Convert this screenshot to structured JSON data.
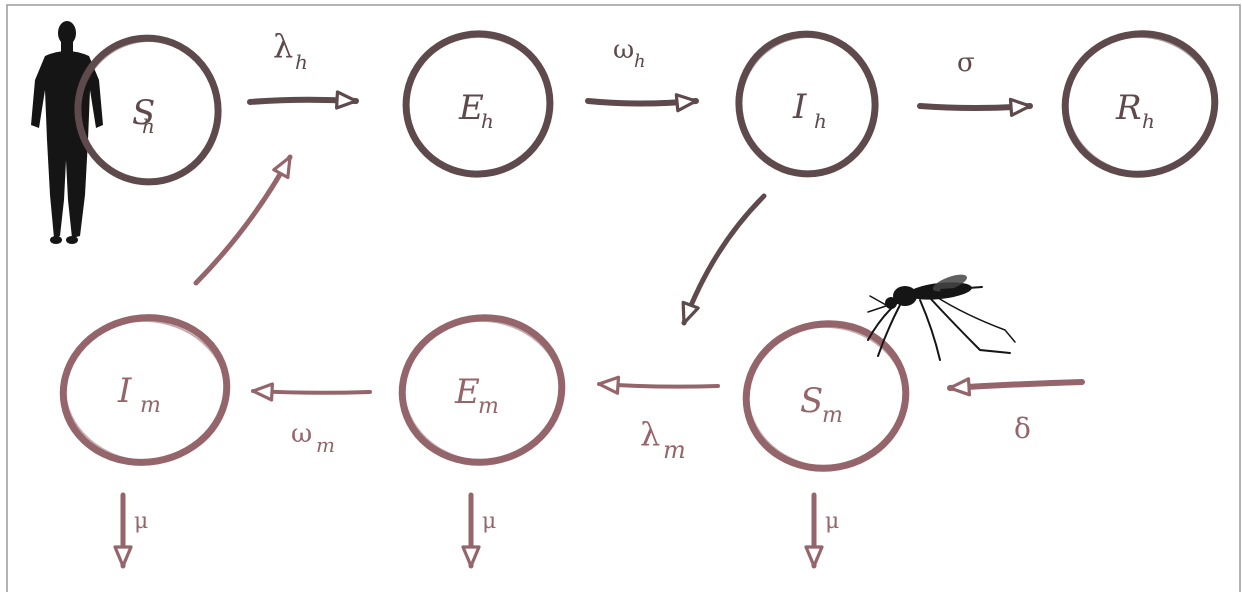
{
  "diagram": {
    "colors": {
      "human": "#5e4a4c",
      "mosquito": "#94656a",
      "frame": "#9a9a9a"
    },
    "human_nodes": [
      {
        "id": "Sh",
        "main": "S",
        "sub": "h"
      },
      {
        "id": "Eh",
        "main": "E",
        "sub": "h"
      },
      {
        "id": "Ih",
        "main": "I",
        "sub": "h"
      },
      {
        "id": "Rh",
        "main": "R",
        "sub": "h"
      }
    ],
    "mosquito_nodes": [
      {
        "id": "Im",
        "main": "I",
        "sub": "m"
      },
      {
        "id": "Em",
        "main": "E",
        "sub": "m"
      },
      {
        "id": "Sm",
        "main": "S",
        "sub": "m"
      }
    ],
    "rates": {
      "lambda_h": {
        "main": "λ",
        "sub": "h"
      },
      "omega_h": {
        "main": "ω",
        "sub": "h"
      },
      "sigma": {
        "main": "σ"
      },
      "omega_m": {
        "main": "ω",
        "sub": "m"
      },
      "lambda_m": {
        "main": "λ",
        "sub": "m"
      },
      "delta": {
        "main": "δ"
      },
      "mu": {
        "main": "μ"
      }
    },
    "icons": [
      "human-silhouette-icon",
      "mosquito-icon"
    ]
  }
}
